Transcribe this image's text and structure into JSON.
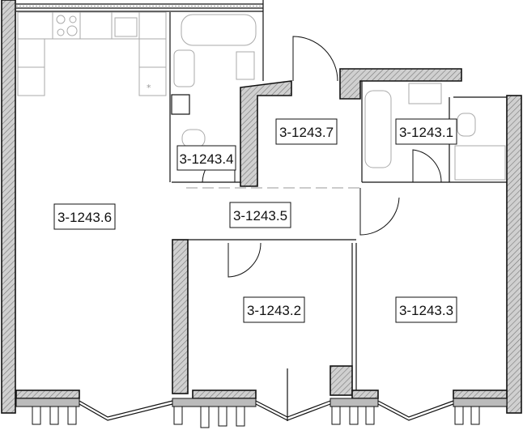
{
  "plan": {
    "rooms": [
      {
        "id": "3-1243.6",
        "label": "3-1243.6"
      },
      {
        "id": "3-1243.4",
        "label": "3-1243.4"
      },
      {
        "id": "3-1243.7",
        "label": "3-1243.7"
      },
      {
        "id": "3-1243.1",
        "label": "3-1243.1"
      },
      {
        "id": "3-1243.5",
        "label": "3-1243.5"
      },
      {
        "id": "3-1243.2",
        "label": "3-1243.2"
      },
      {
        "id": "3-1243.3",
        "label": "3-1243.3"
      }
    ],
    "colors": {
      "wall_fill": "#c8c8c8",
      "line": "#111111",
      "fixture": "#aaaaaa"
    }
  }
}
